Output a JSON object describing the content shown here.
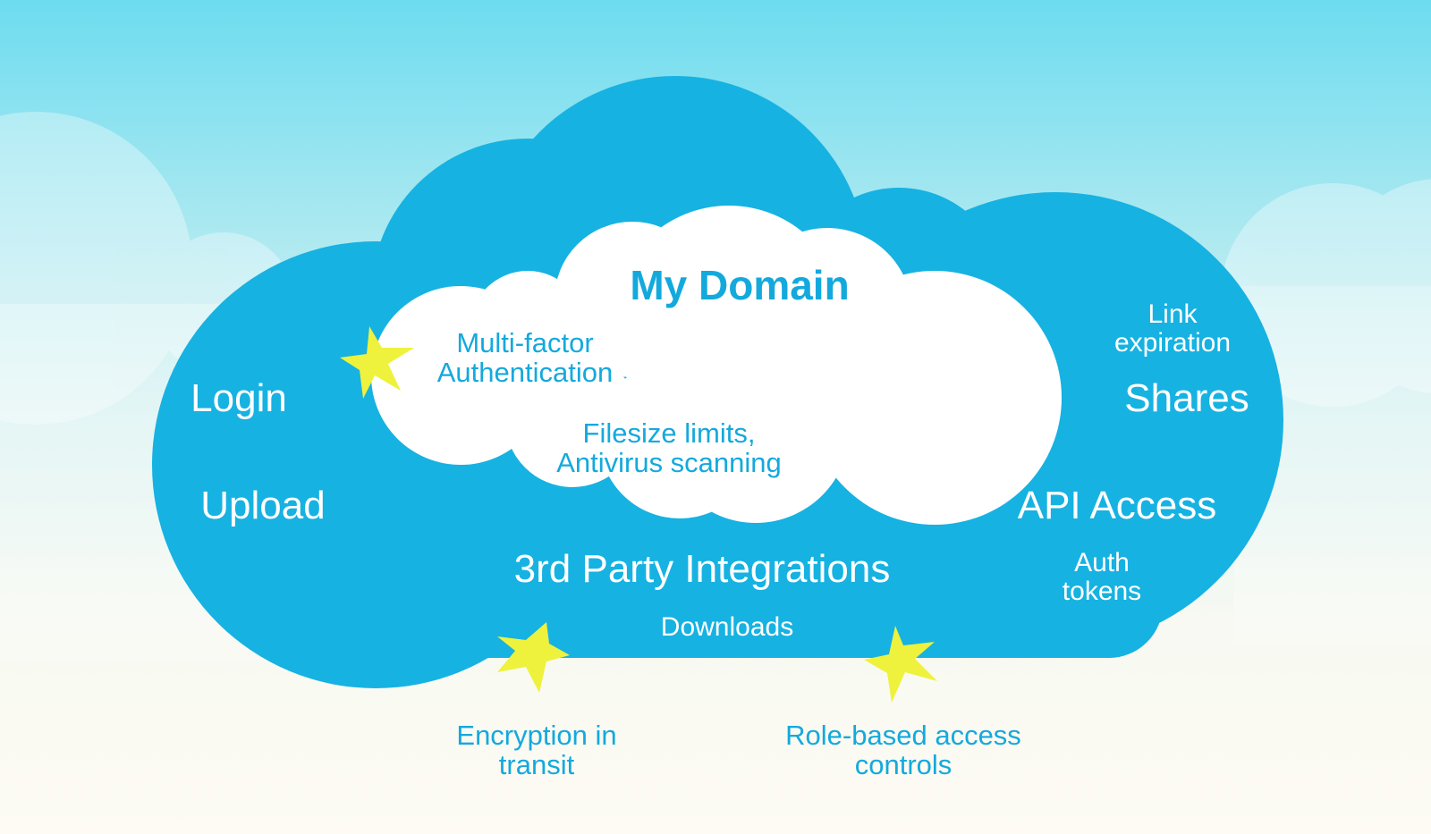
{
  "title": "My Domain",
  "outer_labels": {
    "login": "Login",
    "upload": "Upload",
    "shares": "Shares",
    "api_access": "API Access",
    "third_party": "3rd Party Integrations",
    "downloads": "Downloads",
    "link_expiration": "Link expiration",
    "auth_tokens": "Auth tokens"
  },
  "inner_labels": {
    "mfa": "Multi-factor Authentication",
    "filesize": "Filesize limits, Antivirus scanning"
  },
  "bottom_labels": {
    "encryption": "Encryption in transit",
    "rbac": "Role-based access controls"
  },
  "colors": {
    "sky_top": "#6ddcef",
    "cloud_blue": "#16b2e2",
    "text_blue": "#14a9dd",
    "white": "#ffffff",
    "star_yellow": "#eef23c"
  },
  "icons": [
    "star-icon"
  ]
}
